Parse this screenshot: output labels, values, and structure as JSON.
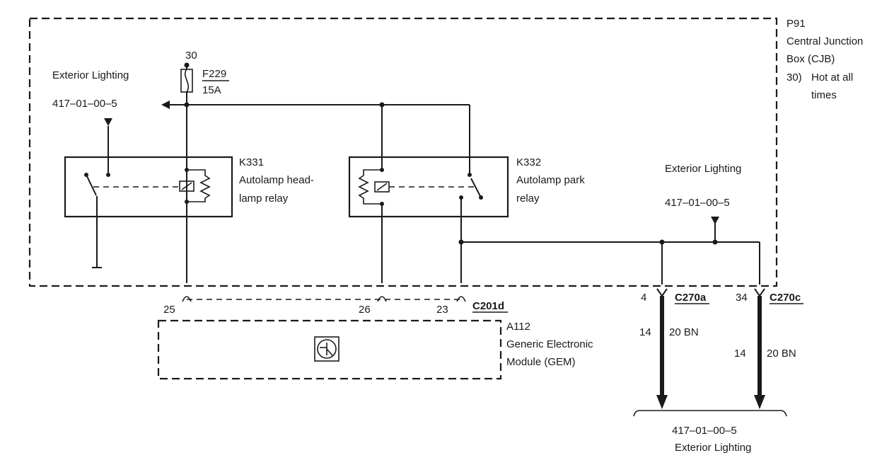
{
  "cjb": {
    "id": "P91",
    "name_line1": "Central Junction",
    "name_line2": "Box (CJB)",
    "note_num": "30)",
    "note_line1": "Hot at all",
    "note_line2": "times"
  },
  "power": {
    "terminal": "30"
  },
  "fuse": {
    "id": "F229",
    "rating": "15A"
  },
  "ref_left": {
    "title": "Exterior Lighting",
    "code": "417–01–00–5"
  },
  "ref_right": {
    "title": "Exterior Lighting",
    "code": "417–01–00–5"
  },
  "ref_bottom": {
    "title": "Exterior Lighting",
    "code": "417–01–00–5"
  },
  "relay_k331": {
    "id": "K331",
    "line1": "Autolamp head-",
    "line2": "lamp relay"
  },
  "relay_k332": {
    "id": "K332",
    "line1": "Autolamp park",
    "line2": "relay"
  },
  "gem": {
    "id": "A112",
    "line1": "Generic Electronic",
    "line2": "Module (GEM)"
  },
  "connector_c201d": {
    "id": "C201d",
    "pins": [
      "25",
      "26",
      "23"
    ]
  },
  "connector_c270a": {
    "id": "C270a",
    "pin": "4",
    "circuit": "14",
    "wire": "20 BN"
  },
  "connector_c270c": {
    "id": "C270c",
    "pin": "34",
    "circuit": "14",
    "wire": "20 BN"
  }
}
